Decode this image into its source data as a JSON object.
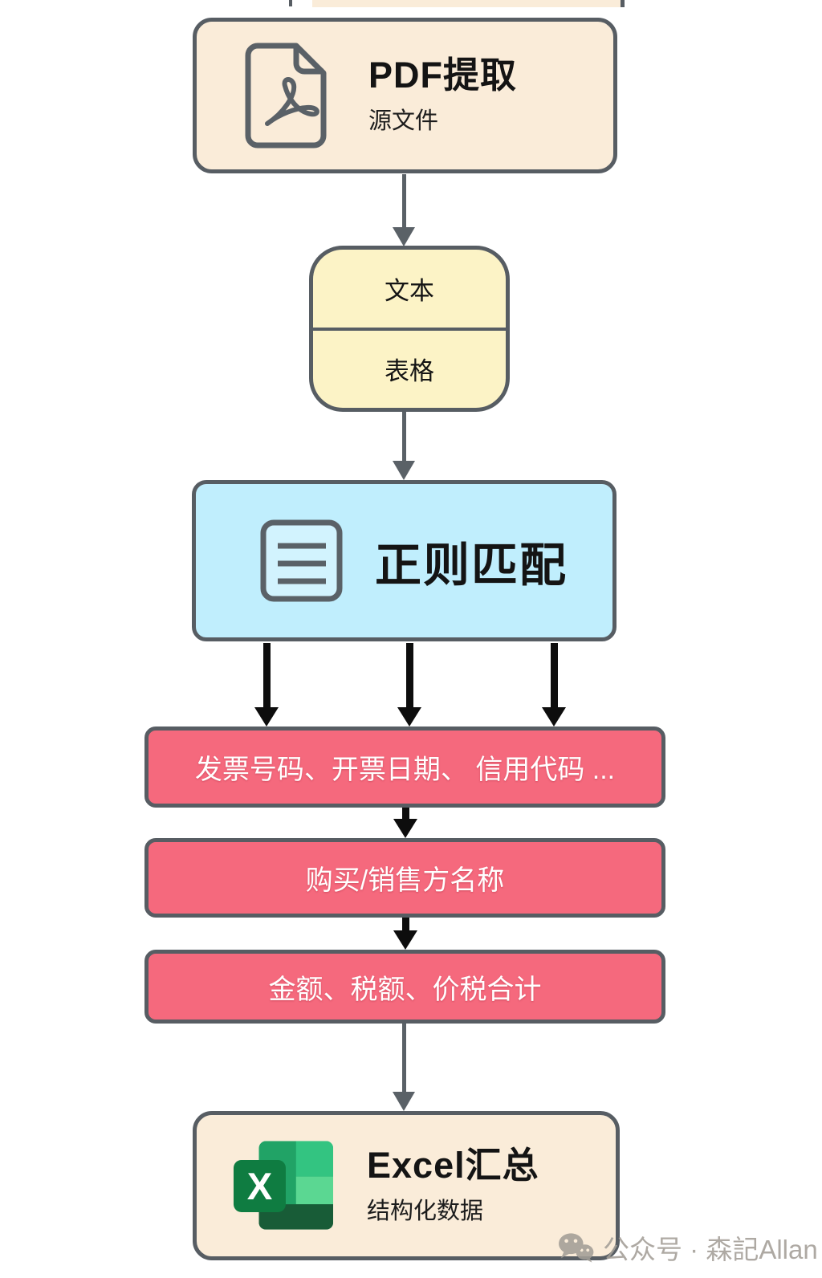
{
  "page": {
    "background": "#ffffff"
  },
  "colors": {
    "page_bg": "#ffffff",
    "cream": "#faecd9",
    "yellow": "#fcf3c6",
    "blue": "#c0eefd",
    "blue_icon_fill": "#d2f3fe",
    "pink": "#f5697d",
    "border": "#575d63",
    "arrow_gray": "#5a6167",
    "arrow_black": "#0d0d0d",
    "text_dark": "#141414",
    "text_white": "#ffffff",
    "watermark": "#a39e97",
    "excel_tile": "#0f7c41",
    "excel_green": "#21a366",
    "excel_green_bright": "#33c481",
    "excel_green_light": "#5bd792",
    "excel_green_dark": "#185c37"
  },
  "flowchart": {
    "nodes": {
      "pdf_extract": {
        "title": "PDF提取",
        "subtitle": "源文件",
        "icon": "pdf-file-icon"
      },
      "split": {
        "rows": [
          "文本",
          "表格"
        ]
      },
      "regex": {
        "title": "正则匹配",
        "icon": "document-lines-icon"
      },
      "fields": [
        {
          "label": "发票号码、开票日期、 信用代码 ..."
        },
        {
          "label": "购买/销售方名称"
        },
        {
          "label": "金额、税额、价税合计"
        }
      ],
      "excel": {
        "title": "Excel汇总",
        "subtitle": "结构化数据",
        "icon": "excel-icon"
      }
    },
    "watermark": {
      "text": "公众号 · 森記Allan",
      "icon": "wechat-icon"
    }
  }
}
